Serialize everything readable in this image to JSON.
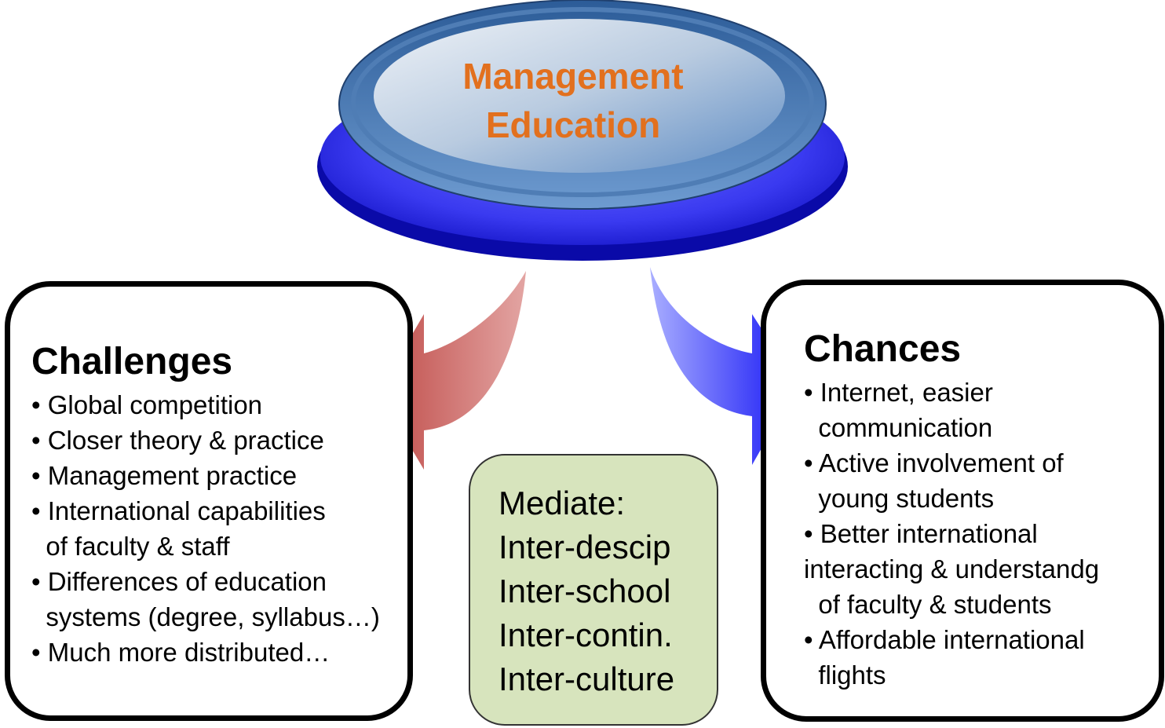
{
  "center": {
    "title_line1": "Management",
    "title_line2": "Education"
  },
  "challenges": {
    "heading": "Challenges",
    "items": [
      "• Global competition",
      "• Closer theory & practice",
      "• Management practice",
      "• International capabilities",
      "  of faculty & staff",
      "• Differences of education",
      "  systems (degree, syllabus…)",
      "• Much more distributed…"
    ]
  },
  "chances": {
    "heading": "Chances",
    "items": [
      "• Internet, easier",
      "  communication",
      "• Active involvement of",
      "  young students",
      "• Better international",
      "interacting & understandg",
      "  of faculty & students",
      "• Affordable international",
      "  flights"
    ]
  },
  "mediate": {
    "lines": [
      "Mediate:",
      "Inter-descip",
      "Inter-school",
      "Inter-contin.",
      "Inter-culture"
    ]
  },
  "colors": {
    "title": "#E2701E",
    "left_arrow": "#C0504D",
    "right_arrow": "#1F2BFF",
    "mediate_fill": "#D7E4BD"
  }
}
